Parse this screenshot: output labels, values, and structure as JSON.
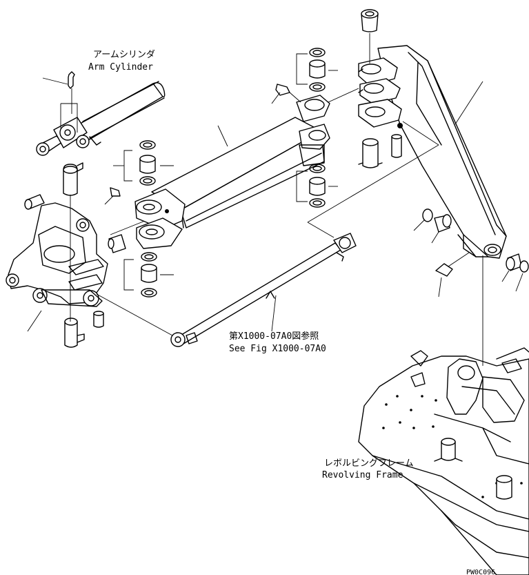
{
  "labels": {
    "arm_cylinder_jp": "アームシリンダ",
    "arm_cylinder_en": "Arm Cylinder",
    "see_fig_jp": "第X1000-07A0図参照",
    "see_fig_en": "See Fig X1000-07A0",
    "revolving_frame_jp": "レボルビングフレーム",
    "revolving_frame_en": "Revolving Frame",
    "drawing_code": "PW0C096"
  }
}
